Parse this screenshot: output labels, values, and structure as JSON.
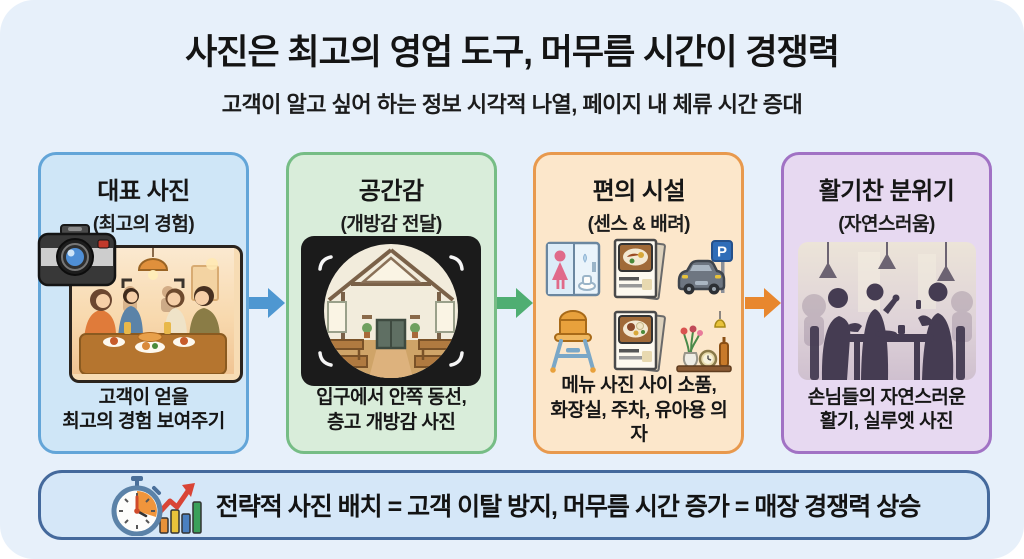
{
  "header": {
    "title": "사진은 최고의 영업 도구, 머무름 시간이 경쟁력",
    "subtitle": "고객이 알고 싶어 하는 정보 시각적 나열, 페이지 내 체류 시간 증대"
  },
  "cards": [
    {
      "id": "representative-photo",
      "title": "대표 사진",
      "subtitle": "(최고의 경험)",
      "caption": "고객이 얻을\n최고의 경험 보여주기",
      "illustration": "camera-over-family-dining-photo",
      "bg_color": "#cfe6f7",
      "border_color": "#63a5d8"
    },
    {
      "id": "sense-of-space",
      "title": "공간감",
      "subtitle": "(개방감 전달)",
      "caption": "입구에서 안쪽 동선,\n층고 개방감 사진",
      "illustration": "fisheye-restaurant-interior-photo",
      "bg_color": "#d9edda",
      "border_color": "#76bd85"
    },
    {
      "id": "amenities",
      "title": "편의 시설",
      "subtitle": "(센스 & 배려)",
      "caption": "메뉴 사진 사이 소품,\n화장실, 주차, 유아용 의자",
      "illustration": "amenity-icon-grid",
      "bg_color": "#fce7cb",
      "border_color": "#e8994d"
    },
    {
      "id": "lively-atmosphere",
      "title": "활기찬 분위기",
      "subtitle": "(자연스러움)",
      "caption": "손님들의 자연스러운\n활기, 실루엣 사진",
      "illustration": "silhouette-diners-photo",
      "bg_color": "#e7d9f1",
      "border_color": "#a172c4"
    }
  ],
  "arrows": [
    {
      "direction": "right",
      "color": "#4e97d1"
    },
    {
      "direction": "right",
      "color": "#4fae72"
    },
    {
      "direction": "right",
      "color": "#e8872e"
    }
  ],
  "footer": {
    "icon": "stopwatch-growth-chart-icon",
    "text": "전략적 사진 배치 = 고객 이탈 방지, 머무름 시간 증가 = 매장 경쟁력 상승"
  },
  "colors": {
    "page_bg": "#e7f0fa",
    "outer_bg": "#ffffff",
    "title_text": "#141414",
    "footer_bg": "#d5e7f8",
    "footer_border": "#44699c"
  }
}
